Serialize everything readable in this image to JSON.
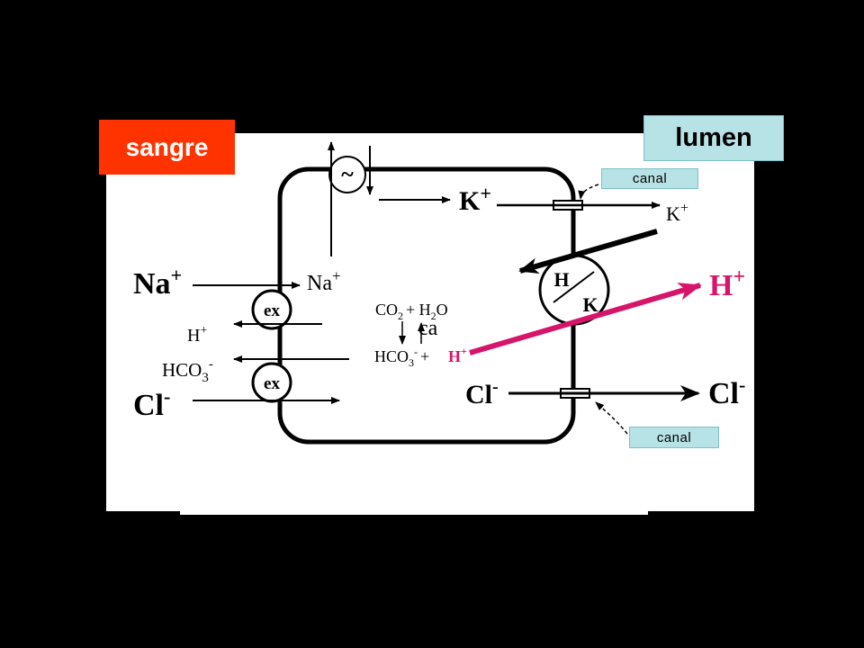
{
  "labels": {
    "blood": "sangre",
    "lumen": "lumen",
    "channel_top": "canal",
    "channel_bottom": "canal"
  },
  "ions": {
    "na_in": "Na",
    "na_inside": "Na",
    "k_inside": "K",
    "k_lumen": "K",
    "h_out": "H",
    "hco3_out": "HCO",
    "cl_in": "Cl",
    "cl_inside": "Cl",
    "cl_lumen": "Cl",
    "h_lumen": "H",
    "h_inside": "H"
  },
  "symbols": {
    "pump": "~",
    "exchanger_top": "ex",
    "exchanger_bottom": "ex",
    "hk_h": "H",
    "hk_k": "K",
    "carbonic_anhydrase": "ca",
    "plus": "+",
    "minus": "-",
    "two": "2",
    "three": "3"
  },
  "reaction": {
    "co2": "CO",
    "h2o": "+ H",
    "o": "O",
    "hco3": "HCO",
    "plus_h": "+"
  },
  "colors": {
    "sangre_bg": "#ff3300",
    "lumen_bg": "#b7e2e6",
    "proton_arrow": "#d6156a"
  }
}
